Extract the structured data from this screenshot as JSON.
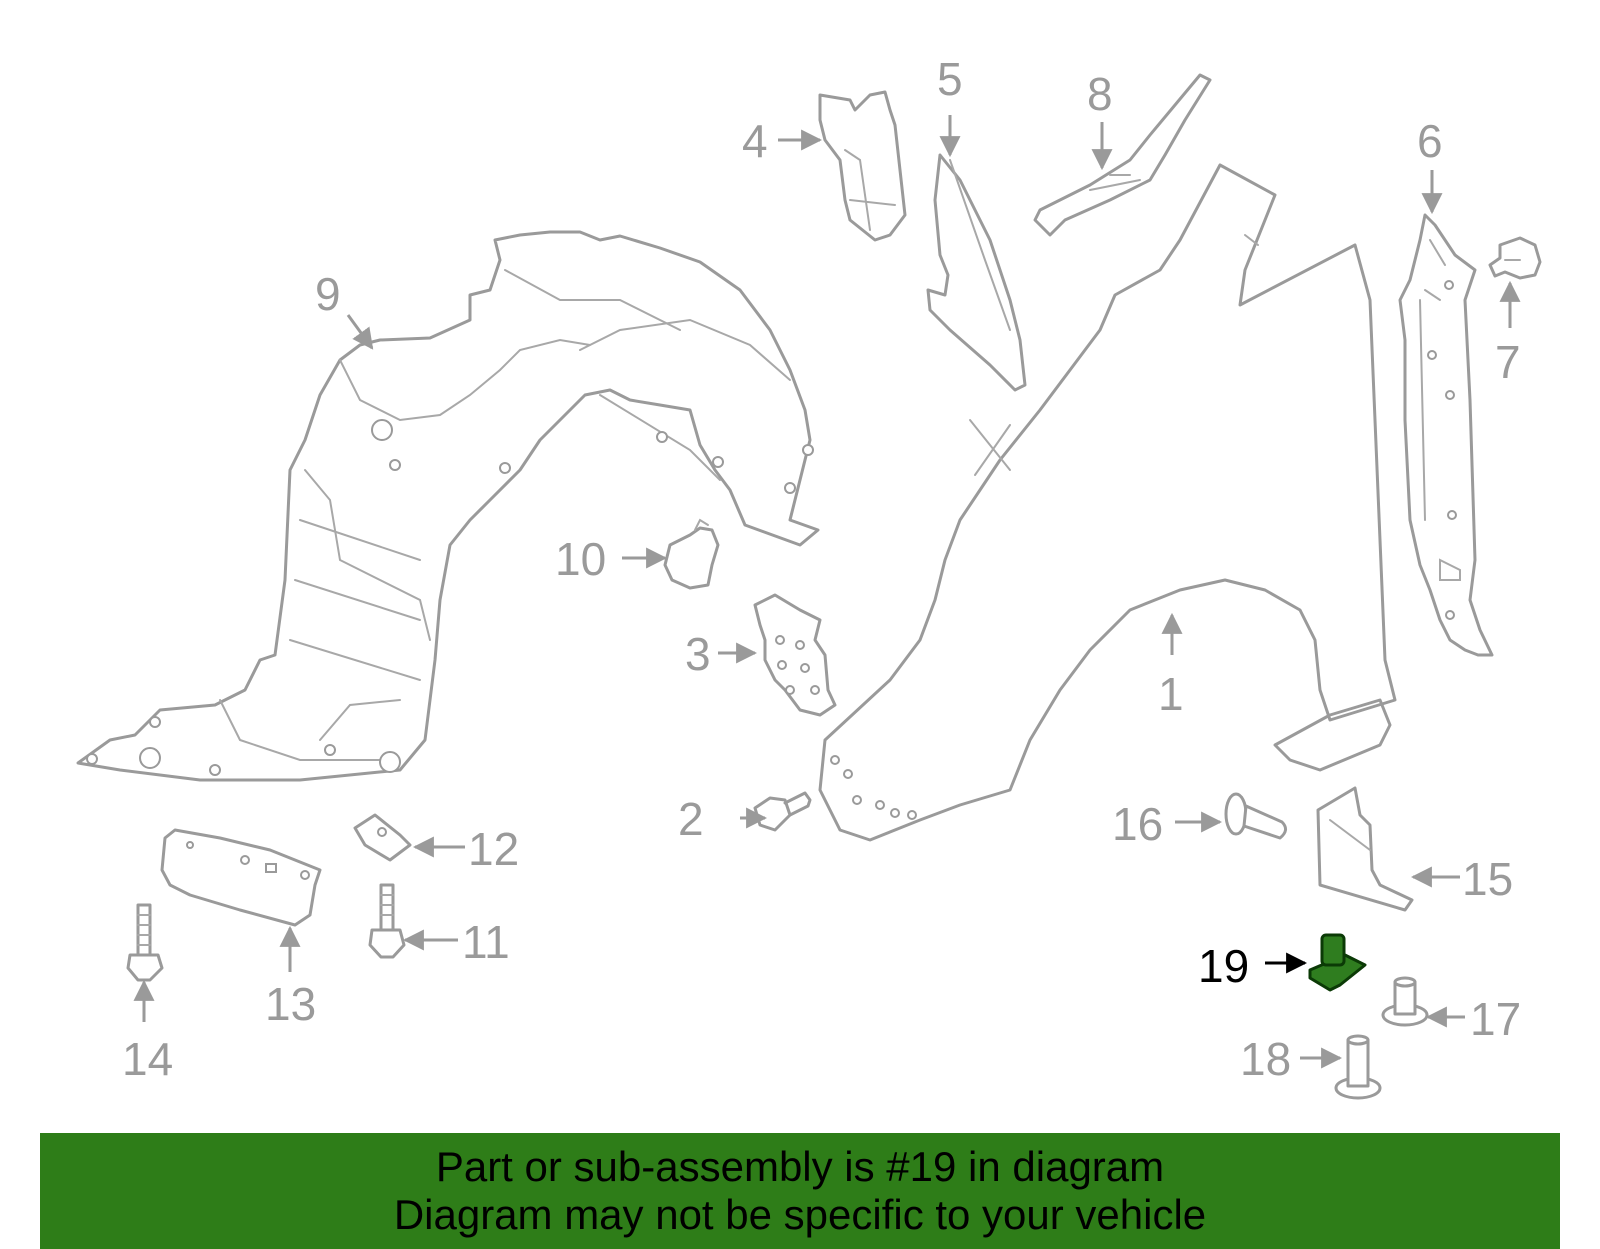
{
  "callouts": {
    "c1": "1",
    "c2": "2",
    "c3": "3",
    "c4": "4",
    "c5": "5",
    "c6": "6",
    "c7": "7",
    "c8": "8",
    "c9": "9",
    "c10": "10",
    "c11": "11",
    "c12": "12",
    "c13": "13",
    "c14": "14",
    "c15": "15",
    "c16": "16",
    "c17": "17",
    "c18": "18",
    "c19": "19"
  },
  "highlighted_part": "19",
  "colors": {
    "banner_background": "#2e7d18",
    "highlight_part": "#2f7d1f",
    "line_art": "#9a9a9a"
  },
  "banner": {
    "line1": "Part or sub-assembly is #19 in diagram",
    "line2": "Diagram may not be specific to your vehicle"
  }
}
